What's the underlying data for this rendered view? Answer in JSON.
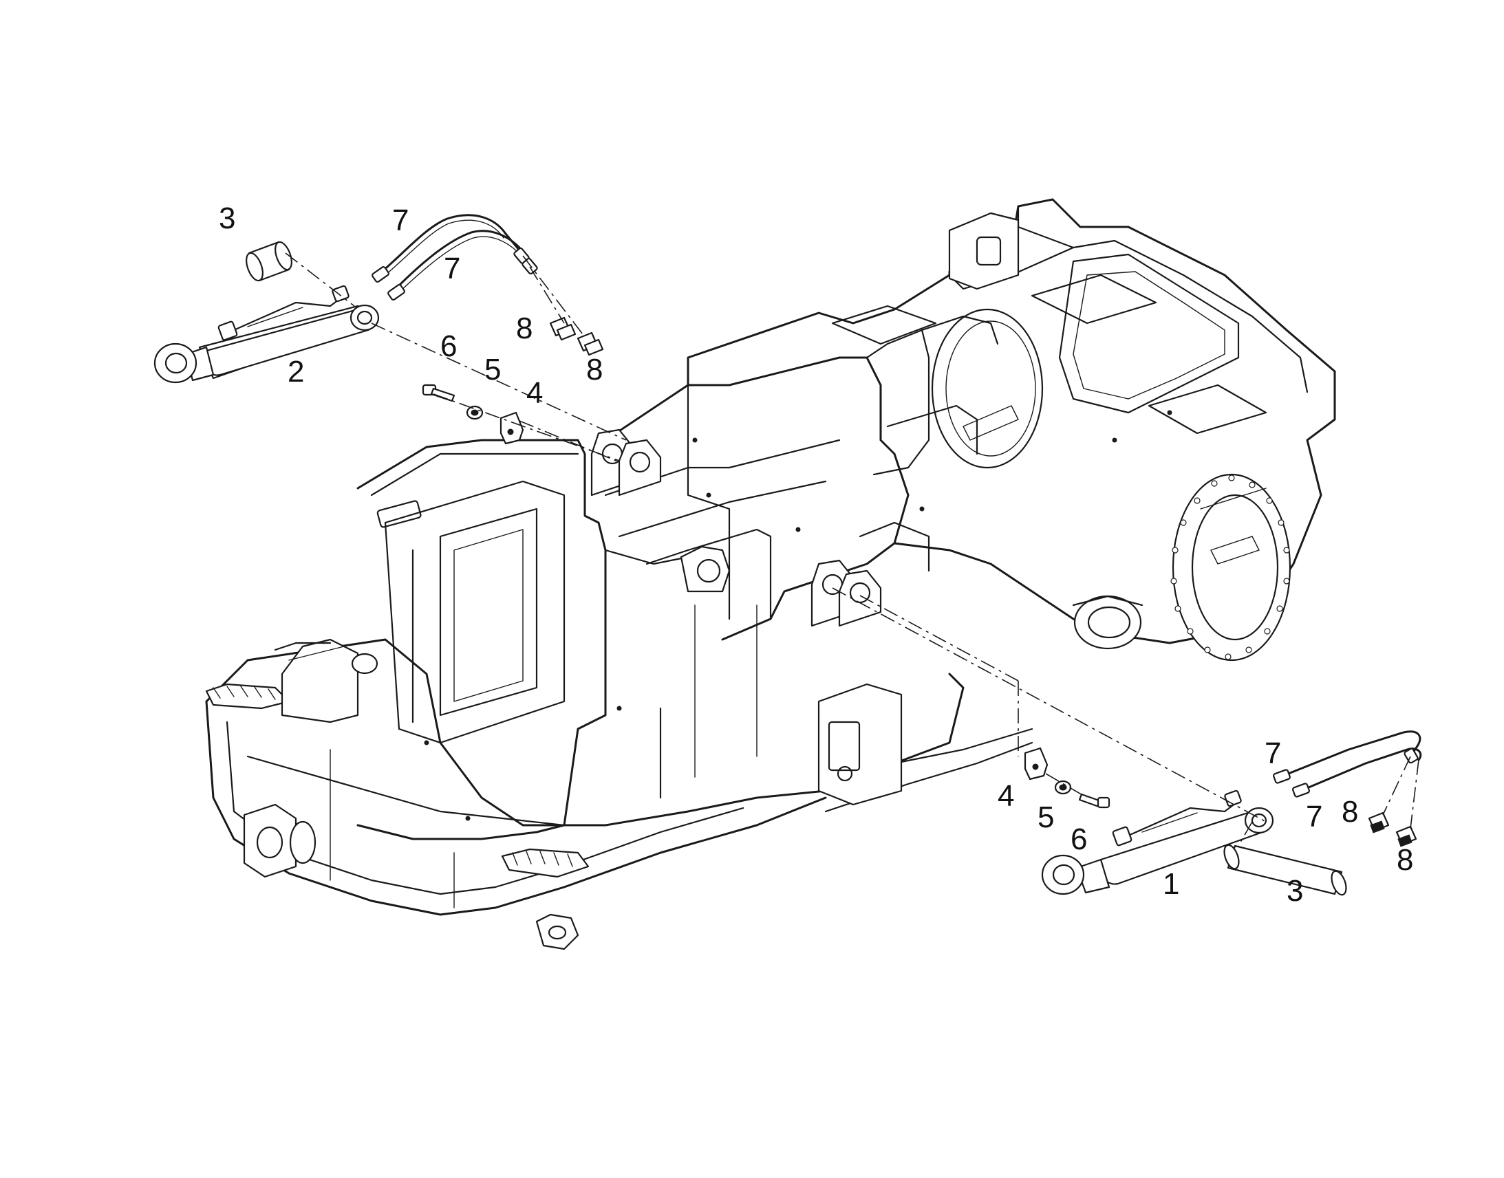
{
  "callouts": [
    {
      "id": "c3-top",
      "text": "3"
    },
    {
      "id": "c7-top-a",
      "text": "7"
    },
    {
      "id": "c7-top-b",
      "text": "7"
    },
    {
      "id": "c8-top-a",
      "text": "8"
    },
    {
      "id": "c8-top-b",
      "text": "8"
    },
    {
      "id": "c6-top",
      "text": "6"
    },
    {
      "id": "c5-top",
      "text": "5"
    },
    {
      "id": "c4-top",
      "text": "4"
    },
    {
      "id": "c2",
      "text": "2"
    },
    {
      "id": "c7-bot-a",
      "text": "7"
    },
    {
      "id": "c7-bot-b",
      "text": "7"
    },
    {
      "id": "c8-bot-a",
      "text": "8"
    },
    {
      "id": "c8-bot-b",
      "text": "8"
    },
    {
      "id": "c4-bot",
      "text": "4"
    },
    {
      "id": "c5-bot",
      "text": "5"
    },
    {
      "id": "c6-bot",
      "text": "6"
    },
    {
      "id": "c1",
      "text": "1"
    },
    {
      "id": "c3-bot",
      "text": "3"
    }
  ],
  "colors": {
    "line": "#1a1a1a",
    "background": "#ffffff"
  }
}
